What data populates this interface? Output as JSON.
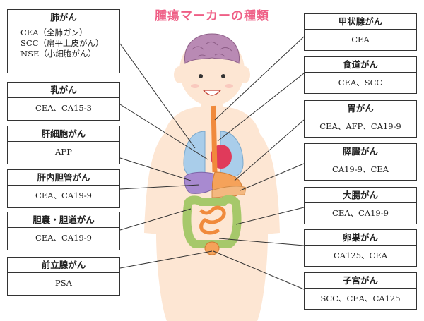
{
  "title": "腫瘍マーカーの種類",
  "left_boxes": [
    {
      "organ": "肺がん",
      "markers": [
        "CEA（全肺ガン）",
        "SCC（扁平上皮がん）",
        "NSE（小細胞がん）"
      ]
    },
    {
      "organ": "乳がん",
      "markers": [
        "CEA、CA15-3"
      ]
    },
    {
      "organ": "肝細胞がん",
      "markers": [
        "AFP"
      ]
    },
    {
      "organ": "肝内胆管がん",
      "markers": [
        "CEA、CA19-9"
      ]
    },
    {
      "organ": "胆嚢・胆道がん",
      "markers": [
        "CEA、CA19-9"
      ]
    },
    {
      "organ": "前立腺がん",
      "markers": [
        "PSA"
      ]
    }
  ],
  "right_boxes": [
    {
      "organ": "甲状腺がん",
      "markers": [
        "CEA"
      ]
    },
    {
      "organ": "食道がん",
      "markers": [
        "CEA、SCC"
      ]
    },
    {
      "organ": "胃がん",
      "markers": [
        "CEA、AFP、CA19-9"
      ]
    },
    {
      "organ": "膵臓がん",
      "markers": [
        "CA19-9、CEA"
      ]
    },
    {
      "organ": "大腸がん",
      "markers": [
        "CEA、CA19-9"
      ]
    },
    {
      "organ": "卵巣がん",
      "markers": [
        "CA125、CEA"
      ]
    },
    {
      "organ": "子宮がん",
      "markers": [
        "SCC、CEA、CA125"
      ]
    }
  ]
}
